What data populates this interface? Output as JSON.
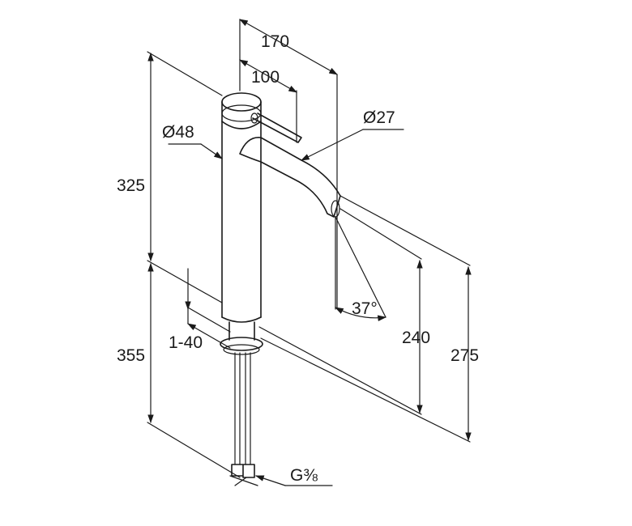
{
  "dimensions": {
    "width_total": "170",
    "width_lever": "100",
    "spout_diameter": "Ø27",
    "body_diameter": "Ø48",
    "height_total": "325",
    "height_lower": "355",
    "counter_thickness": "1-40",
    "spout_angle": "37°",
    "spout_height": "240",
    "spout_reach_height": "275",
    "connection_thread": "G⅜"
  }
}
